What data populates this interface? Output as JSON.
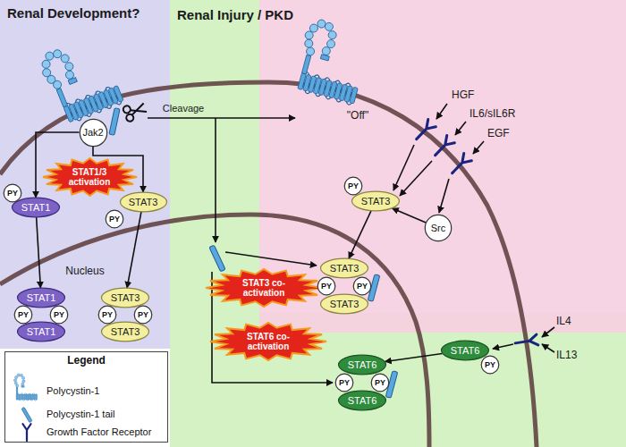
{
  "diagram": {
    "nodes": [
      {
        "text": [
          "Renal Development?"
        ]
      },
      {
        "text": [
          "Jak2"
        ],
        "in": 0
      },
      {
        "text": [
          "PY"
        ],
        "in": 0
      },
      {
        "text": [
          "STAT1"
        ],
        "in": 0
      },
      {
        "text": [
          "STAT1/3 activation"
        ],
        "in": 0
      },
      {
        "text": [
          "PY"
        ],
        "in": 0
      },
      {
        "text": [
          "STAT3"
        ],
        "in": 0
      },
      {
        "text": [
          "STAT1"
        ],
        "in": 0
      },
      {
        "text": [
          "PY"
        ],
        "in": 0
      },
      {
        "text": [
          "PY"
        ],
        "in": 0
      },
      {
        "text": [
          "STAT1"
        ],
        "in": 0
      },
      {
        "text": [
          "STAT3"
        ],
        "in": 0
      },
      {
        "text": [
          "PY"
        ],
        "in": 0
      },
      {
        "text": [
          "PY"
        ],
        "in": 0
      },
      {
        "text": [
          "STAT3"
        ],
        "in": 0
      },
      {
        "text": [
          "PY"
        ]
      },
      {
        "text": [
          "STAT3"
        ]
      },
      {
        "text": [
          "Src"
        ]
      },
      {
        "text": [
          "STAT3 co-activation"
        ]
      },
      {
        "text": [
          "STAT3"
        ]
      },
      {
        "text": [
          "PY"
        ]
      },
      {
        "text": [
          "PY"
        ]
      },
      {
        "text": [
          "STAT3"
        ]
      },
      {
        "text": [
          "STAT6 co-activation"
        ]
      },
      {
        "text": [
          "STAT6"
        ]
      },
      {
        "text": [
          "PY"
        ]
      },
      {
        "text": [
          "PY"
        ]
      },
      {
        "text": [
          "STAT6"
        ]
      },
      {
        "text": [
          "STAT6"
        ]
      },
      {
        "text": [
          "PY"
        ]
      },
      {
        "text": [
          "Legend"
        ]
      }
    ],
    "edges": [
      {
        "from": 1,
        "to": 3,
        "arrow": "to"
      },
      {
        "from": 1,
        "to": 6,
        "arrow": "to"
      },
      {
        "from": 3,
        "to": 7,
        "arrow": "to"
      },
      {
        "from": 6,
        "to": 11,
        "arrow": "to"
      },
      {
        "from": 17,
        "to": 16,
        "arrow": "to"
      },
      {
        "from": 16,
        "to": 19,
        "arrow": "to"
      },
      {
        "from": 28,
        "to": 24,
        "arrow": "to"
      }
    ],
    "labels": [
      "Renal Injury / PKD",
      "Cleavage",
      "\"Off\"",
      "HGF",
      "IL6/sIL6R",
      "EGF",
      "Nucleus",
      "IL4",
      "IL13"
    ],
    "legend": [
      {
        "text": "Polycystin-1"
      },
      {
        "text": "Polycystin-1 tail"
      },
      {
        "text": "Growth Factor Receptor"
      }
    ]
  }
}
